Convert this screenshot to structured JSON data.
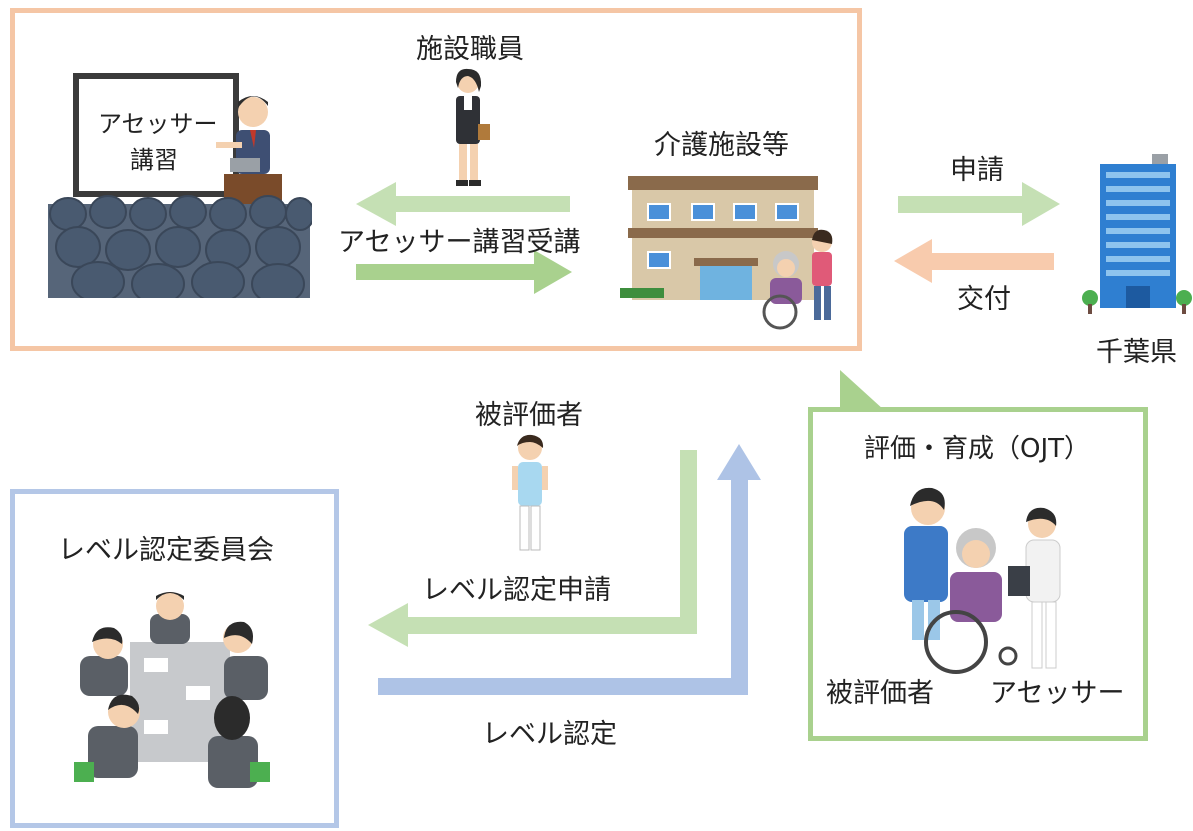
{
  "labels": {
    "staff": "施設職員",
    "lecture_board_line1": "アセッサー",
    "lecture_board_line2": "講習",
    "facility": "介護施設等",
    "attend": "アセッサー講習受講",
    "apply": "申請",
    "issue": "交付",
    "prefecture": "千葉県",
    "evaluatee_top": "被評価者",
    "ojt": "評価・育成（OJT）",
    "committee": "レベル認定委員会",
    "level_apply": "レベル認定申請",
    "level_cert": "レベル認定",
    "evaluatee_bottom": "被評価者",
    "assessor": "アセッサー"
  },
  "colors": {
    "orange": "#f5c6a5",
    "green": "#a9d18e",
    "green_light": "#c5e0b4",
    "blue": "#aec3e6",
    "blue_border": "#b4c7e7"
  }
}
